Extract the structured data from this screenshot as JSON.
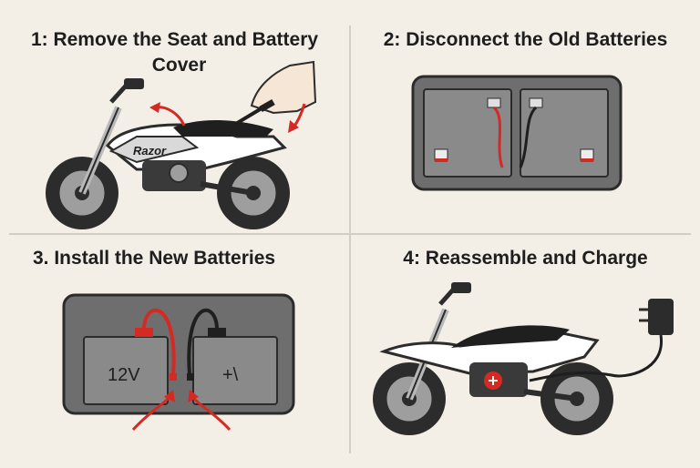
{
  "steps": [
    {
      "title_line1": "1: Remove the Seat and Battery",
      "title_line2": "Cover",
      "brand": "Razor"
    },
    {
      "title": "2: Disconnect the Old Batteries"
    },
    {
      "title": "3. Install the New Batteries",
      "left_label": "12V",
      "right_label": "+\\"
    },
    {
      "title": "4: Reassemble and Charge"
    }
  ],
  "colors": {
    "background": "#f4efe6",
    "battery": "#8a8a8a",
    "red": "#d42a23",
    "outline": "#2b2b2b"
  }
}
